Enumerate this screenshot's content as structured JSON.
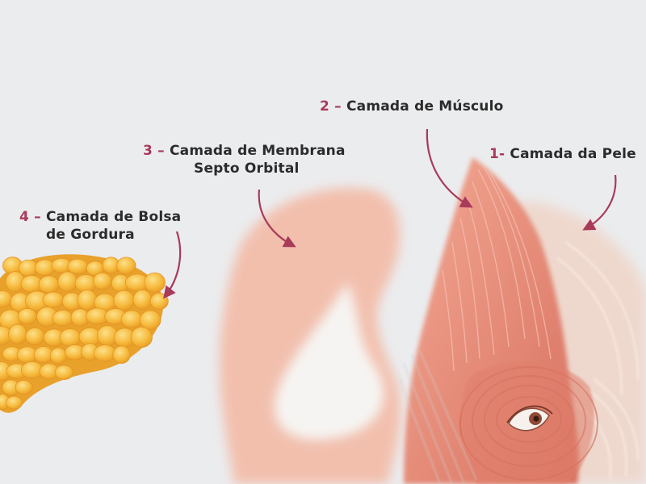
{
  "labels": [
    {
      "id": "pele",
      "number": "1-",
      "text": "Camada da Pele"
    },
    {
      "id": "musculo",
      "number": "2 –",
      "text": "Camada de Músculo"
    },
    {
      "id": "membrana",
      "number": "3 –",
      "text": "Camada de Membrana",
      "line2": "Septo Orbital"
    },
    {
      "id": "gordura",
      "number": "4 –",
      "text": "Camada de Bolsa",
      "line2": "de Gordura"
    }
  ],
  "colors": {
    "background": "#ebecee",
    "label_text": "#2b2b2b",
    "number_accent": "#a83a5a",
    "arrow": "#a83a5a",
    "skin": "#efd2c4",
    "muscle": "#e58f7d",
    "membrane": "#f4b7a1",
    "fat": "#f5b73a"
  }
}
